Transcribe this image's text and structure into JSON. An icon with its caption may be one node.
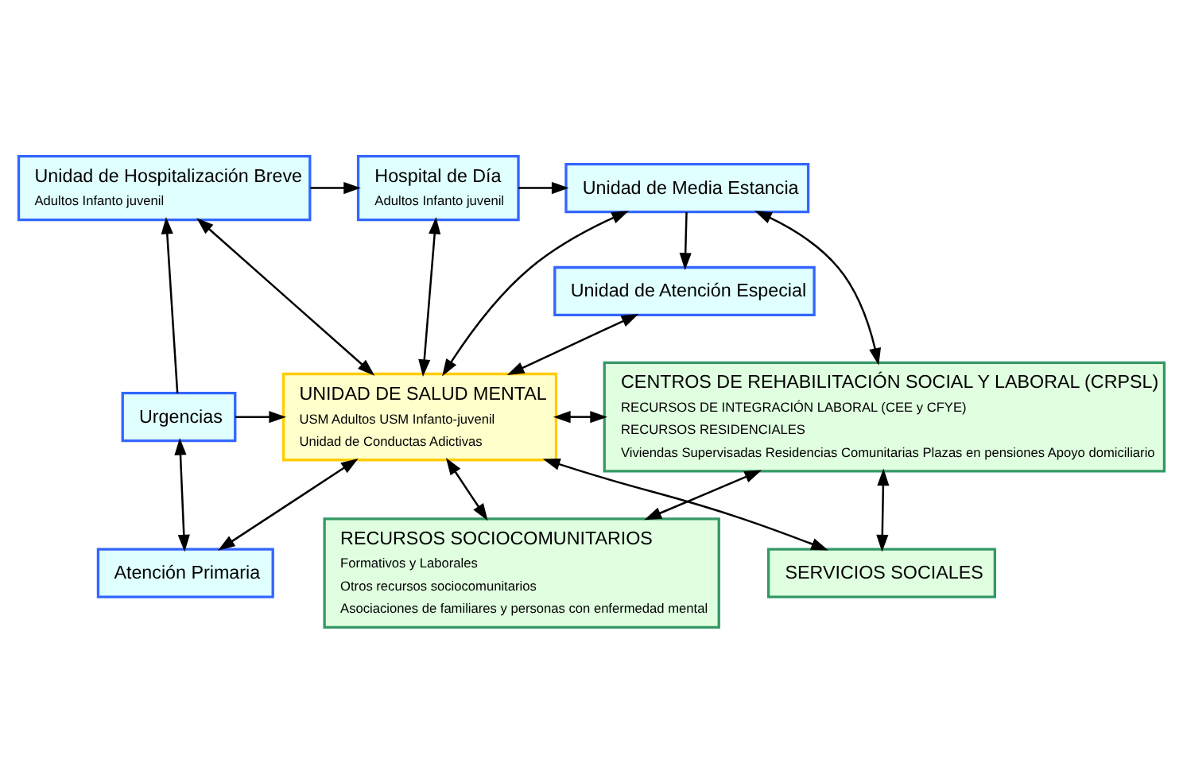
{
  "diagram": {
    "nodes": [
      {
        "text": [
          "Unidad de Hospitalización Breve",
          "Adultos Infanto juvenil"
        ]
      },
      {
        "text": [
          "Hospital de Día",
          "Adultos Infanto juvenil"
        ]
      },
      {
        "text": [
          "Unidad de Media Estancia"
        ]
      },
      {
        "text": [
          "Unidad de Atención Especial"
        ]
      },
      {
        "text": [
          "UNIDAD DE SALUD MENTAL",
          "USM Adultos USM Infanto-juvenil",
          "Unidad de Conductas Adictivas"
        ]
      },
      {
        "text": [
          "Urgencias"
        ]
      },
      {
        "text": [
          "Atención Primaria"
        ]
      },
      {
        "text": [
          "CENTROS DE REHABILITACIÓN SOCIAL Y LABORAL (CRPSL)",
          "RECURSOS DE INTEGRACIÓN LABORAL (CEE y CFYE)",
          "RECURSOS RESIDENCIALES",
          "Viviendas Supervisadas Residencias Comunitarias Plazas en pensiones Apoyo domiciliario"
        ]
      },
      {
        "text": [
          "SERVICIOS SOCIALES"
        ]
      },
      {
        "text": [
          "RECURSOS SOCIOCOMUNITARIOS",
          "Formativos y Laborales",
          "Otros recursos sociocomunitarios",
          "Asociaciones de familiares y personas con enfermedad mental"
        ]
      }
    ],
    "edges": [
      {
        "from": 0,
        "to": 1,
        "arrow": "to"
      },
      {
        "from": 1,
        "to": 2,
        "arrow": "to"
      },
      {
        "from": 7,
        "to": 2,
        "arrow": "both"
      },
      {
        "from": 2,
        "to": 3,
        "arrow": "to"
      },
      {
        "from": 5,
        "to": 0,
        "arrow": "to"
      },
      {
        "from": 0,
        "to": 4,
        "arrow": "both"
      },
      {
        "from": 1,
        "to": 4,
        "arrow": "both"
      },
      {
        "from": 2,
        "to": 4,
        "arrow": "both"
      },
      {
        "from": 3,
        "to": 4,
        "arrow": "both"
      },
      {
        "from": 5,
        "to": 4,
        "arrow": "to"
      },
      {
        "from": 5,
        "to": 6,
        "arrow": "both"
      },
      {
        "from": 6,
        "to": 4,
        "arrow": "both"
      },
      {
        "from": 4,
        "to": 7,
        "arrow": "both"
      },
      {
        "from": 4,
        "to": 8,
        "arrow": "both"
      },
      {
        "from": 4,
        "to": 9,
        "arrow": "both"
      },
      {
        "from": 8,
        "to": 7,
        "arrow": "both"
      },
      {
        "from": 9,
        "to": 7,
        "arrow": "both"
      }
    ]
  }
}
